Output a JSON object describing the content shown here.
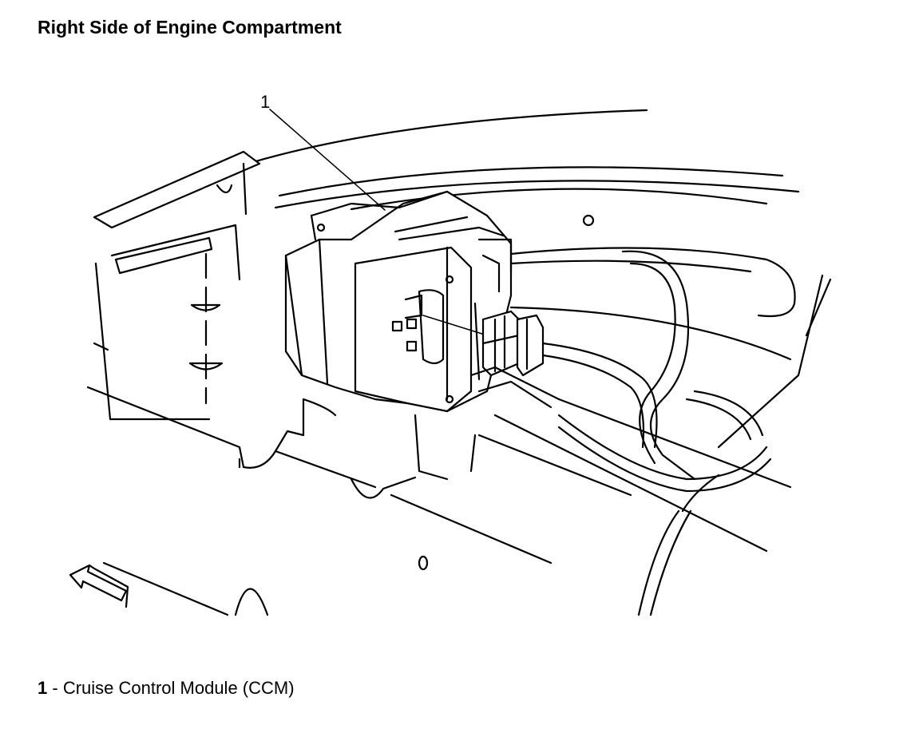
{
  "page": {
    "title": "Right Side of Engine Compartment"
  },
  "diagram": {
    "callouts": [
      {
        "number": "1",
        "label": "Cruise Control Module (CCM)"
      }
    ]
  },
  "legend": {
    "items": [
      {
        "number": "1",
        "separator": " - ",
        "text": "Cruise Control Module (CCM)"
      }
    ]
  },
  "colors": {
    "ink": "#000000",
    "background": "#ffffff"
  }
}
